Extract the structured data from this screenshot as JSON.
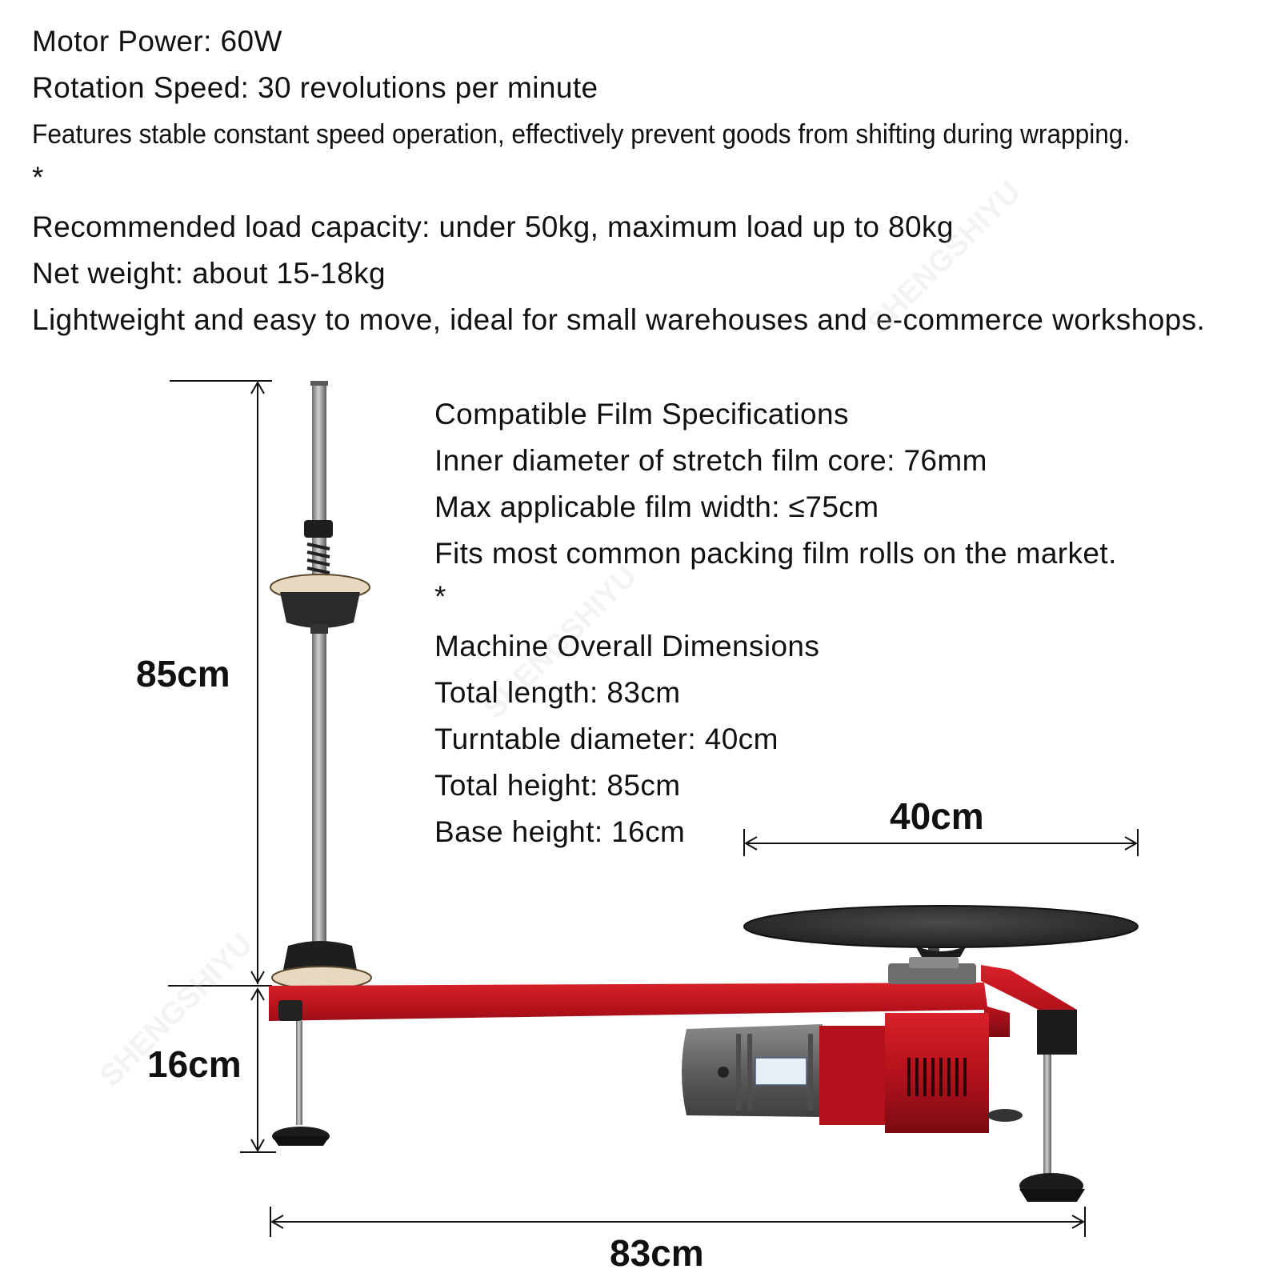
{
  "features": [
    "Motor Power: 60W",
    "Rotation Speed: 30 revolutions per minute",
    "Features stable constant speed operation, effectively prevent goods from shifting during wrapping.",
    "*",
    "Recommended load capacity: under 50kg, maximum load up to 80kg",
    "Net weight: about 15-18kg",
    "Lightweight and easy to move, ideal for small warehouses and e-commerce workshops."
  ],
  "film": {
    "title": "Compatible Film Specifications",
    "items": [
      "Inner diameter of stretch film core: 76mm",
      "Max applicable film width: ≤75cm",
      "Fits most common packing film rolls on the market."
    ],
    "separator": "*"
  },
  "dimensions": {
    "title": "Machine Overall Dimensions",
    "items": [
      "Total length: 83cm",
      "Turntable diameter: 40cm",
      "Total height: 85cm",
      "Base height: 16cm"
    ]
  },
  "dimension_labels": {
    "height": "85cm",
    "base": "16cm",
    "diameter": "40cm",
    "length": "83cm"
  },
  "watermark": "SHENGSHIYU",
  "colors": {
    "frame_red": "#b3121c",
    "turntable": "#2e2e2e",
    "motor_gray": "#6f6f6f",
    "pole": "#9a9a9a"
  }
}
